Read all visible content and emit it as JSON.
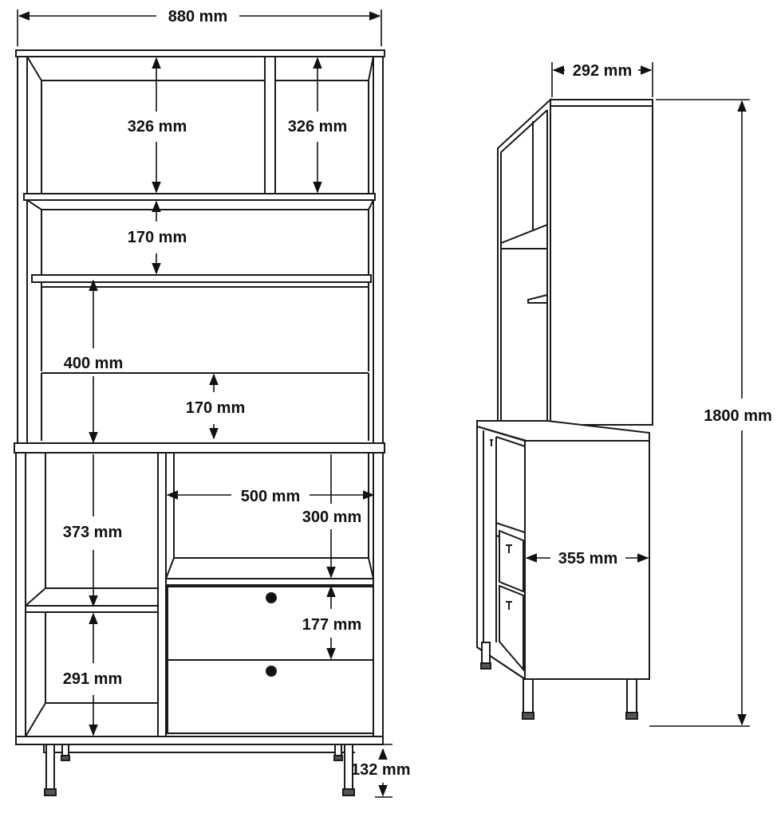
{
  "colors": {
    "line": "#1a1a1a",
    "panel": "#ffffff",
    "background": "#ffffff"
  },
  "front_view": {
    "width_label": "880 mm",
    "top_left_compartment_label": "326 mm",
    "top_right_compartment_label": "326 mm",
    "upper_shelf_gap_label": "170 mm",
    "middle_opening_label": "400 mm",
    "inner_shelf_gap_label": "170 mm",
    "left_upper_compartment_label": "373 mm",
    "left_lower_compartment_label": "291 mm",
    "right_opening_width_label": "500 mm",
    "right_opening_height_label": "300 mm",
    "drawer_height_label": "177 mm",
    "leg_height_label": "132 mm"
  },
  "side_view": {
    "depth_label": "292 mm",
    "total_height_label": "1800 mm",
    "base_depth_label": "355 mm"
  }
}
